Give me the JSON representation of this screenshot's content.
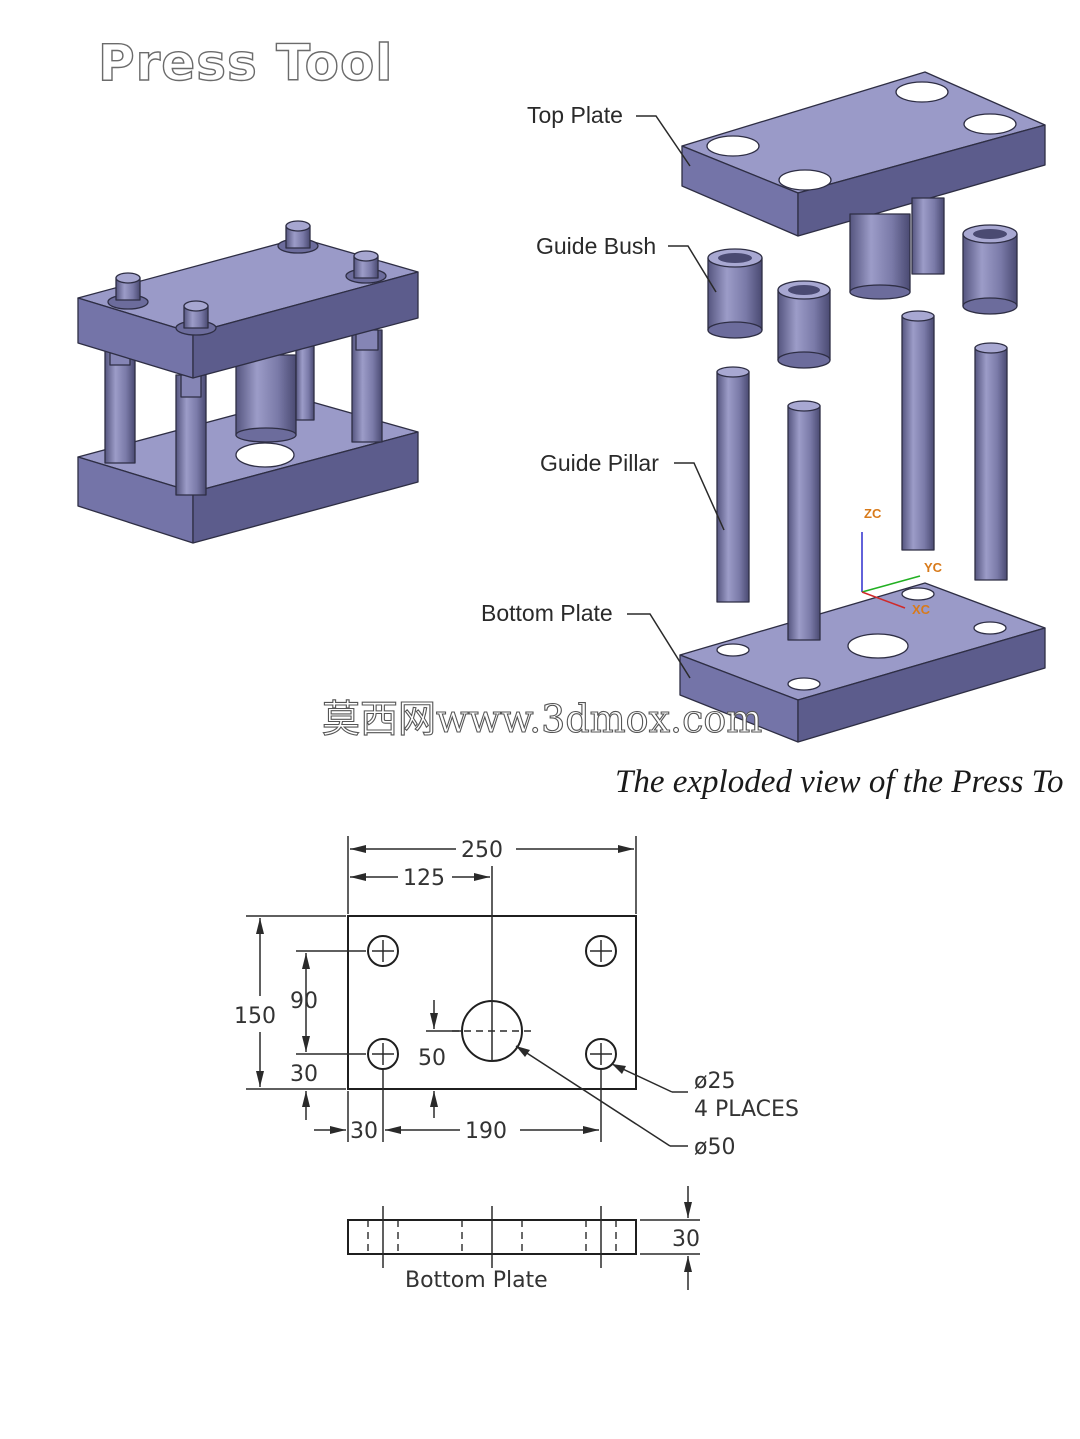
{
  "title": "Press Tool",
  "callouts": {
    "top_plate": "Top Plate",
    "guide_bush": "Guide Bush",
    "guide_pillar": "Guide Pillar",
    "bottom_plate": "Bottom Plate"
  },
  "axes": {
    "zc": "ZC",
    "yc": "YC",
    "xc": "XC"
  },
  "watermark": "莫西网www.3dmox.com",
  "caption": "The exploded view of the Press To",
  "drawing": {
    "overall_width": "250",
    "half_width": "125",
    "height": "150",
    "hole_spacing_vertical": "90",
    "edge_offset_bottom": "30",
    "center_hole_offset": "50",
    "edge_offset_left": "30",
    "hole_spacing_horizontal": "190",
    "small_hole_dia": "ø25",
    "small_hole_count": "4 PLACES",
    "large_hole_dia": "ø50",
    "thickness": "30",
    "view_label": "Bottom  Plate"
  },
  "colors": {
    "plate_top": "#9a9ac8",
    "plate_front": "#7474a8",
    "plate_side": "#5c5c8c",
    "axis_z": "#3a3ad0",
    "axis_y": "#22b022",
    "axis_x": "#d02a2a",
    "axis_label": "#d87a1a"
  }
}
